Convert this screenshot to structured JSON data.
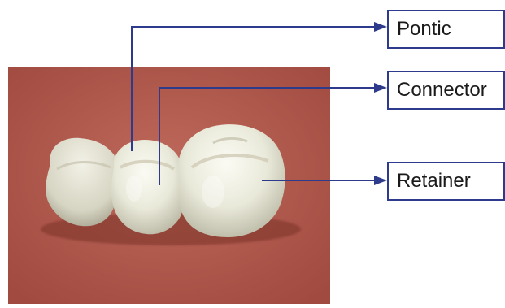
{
  "labels": {
    "pontic": "Pontic",
    "connector": "Connector",
    "retainer": "Retainer"
  },
  "colors": {
    "leader_line": "#2e3a8c",
    "background_tile": "#b35a4e",
    "crown": "#e6e6d8"
  },
  "icons": {
    "arrowhead": "arrow-right-icon"
  }
}
